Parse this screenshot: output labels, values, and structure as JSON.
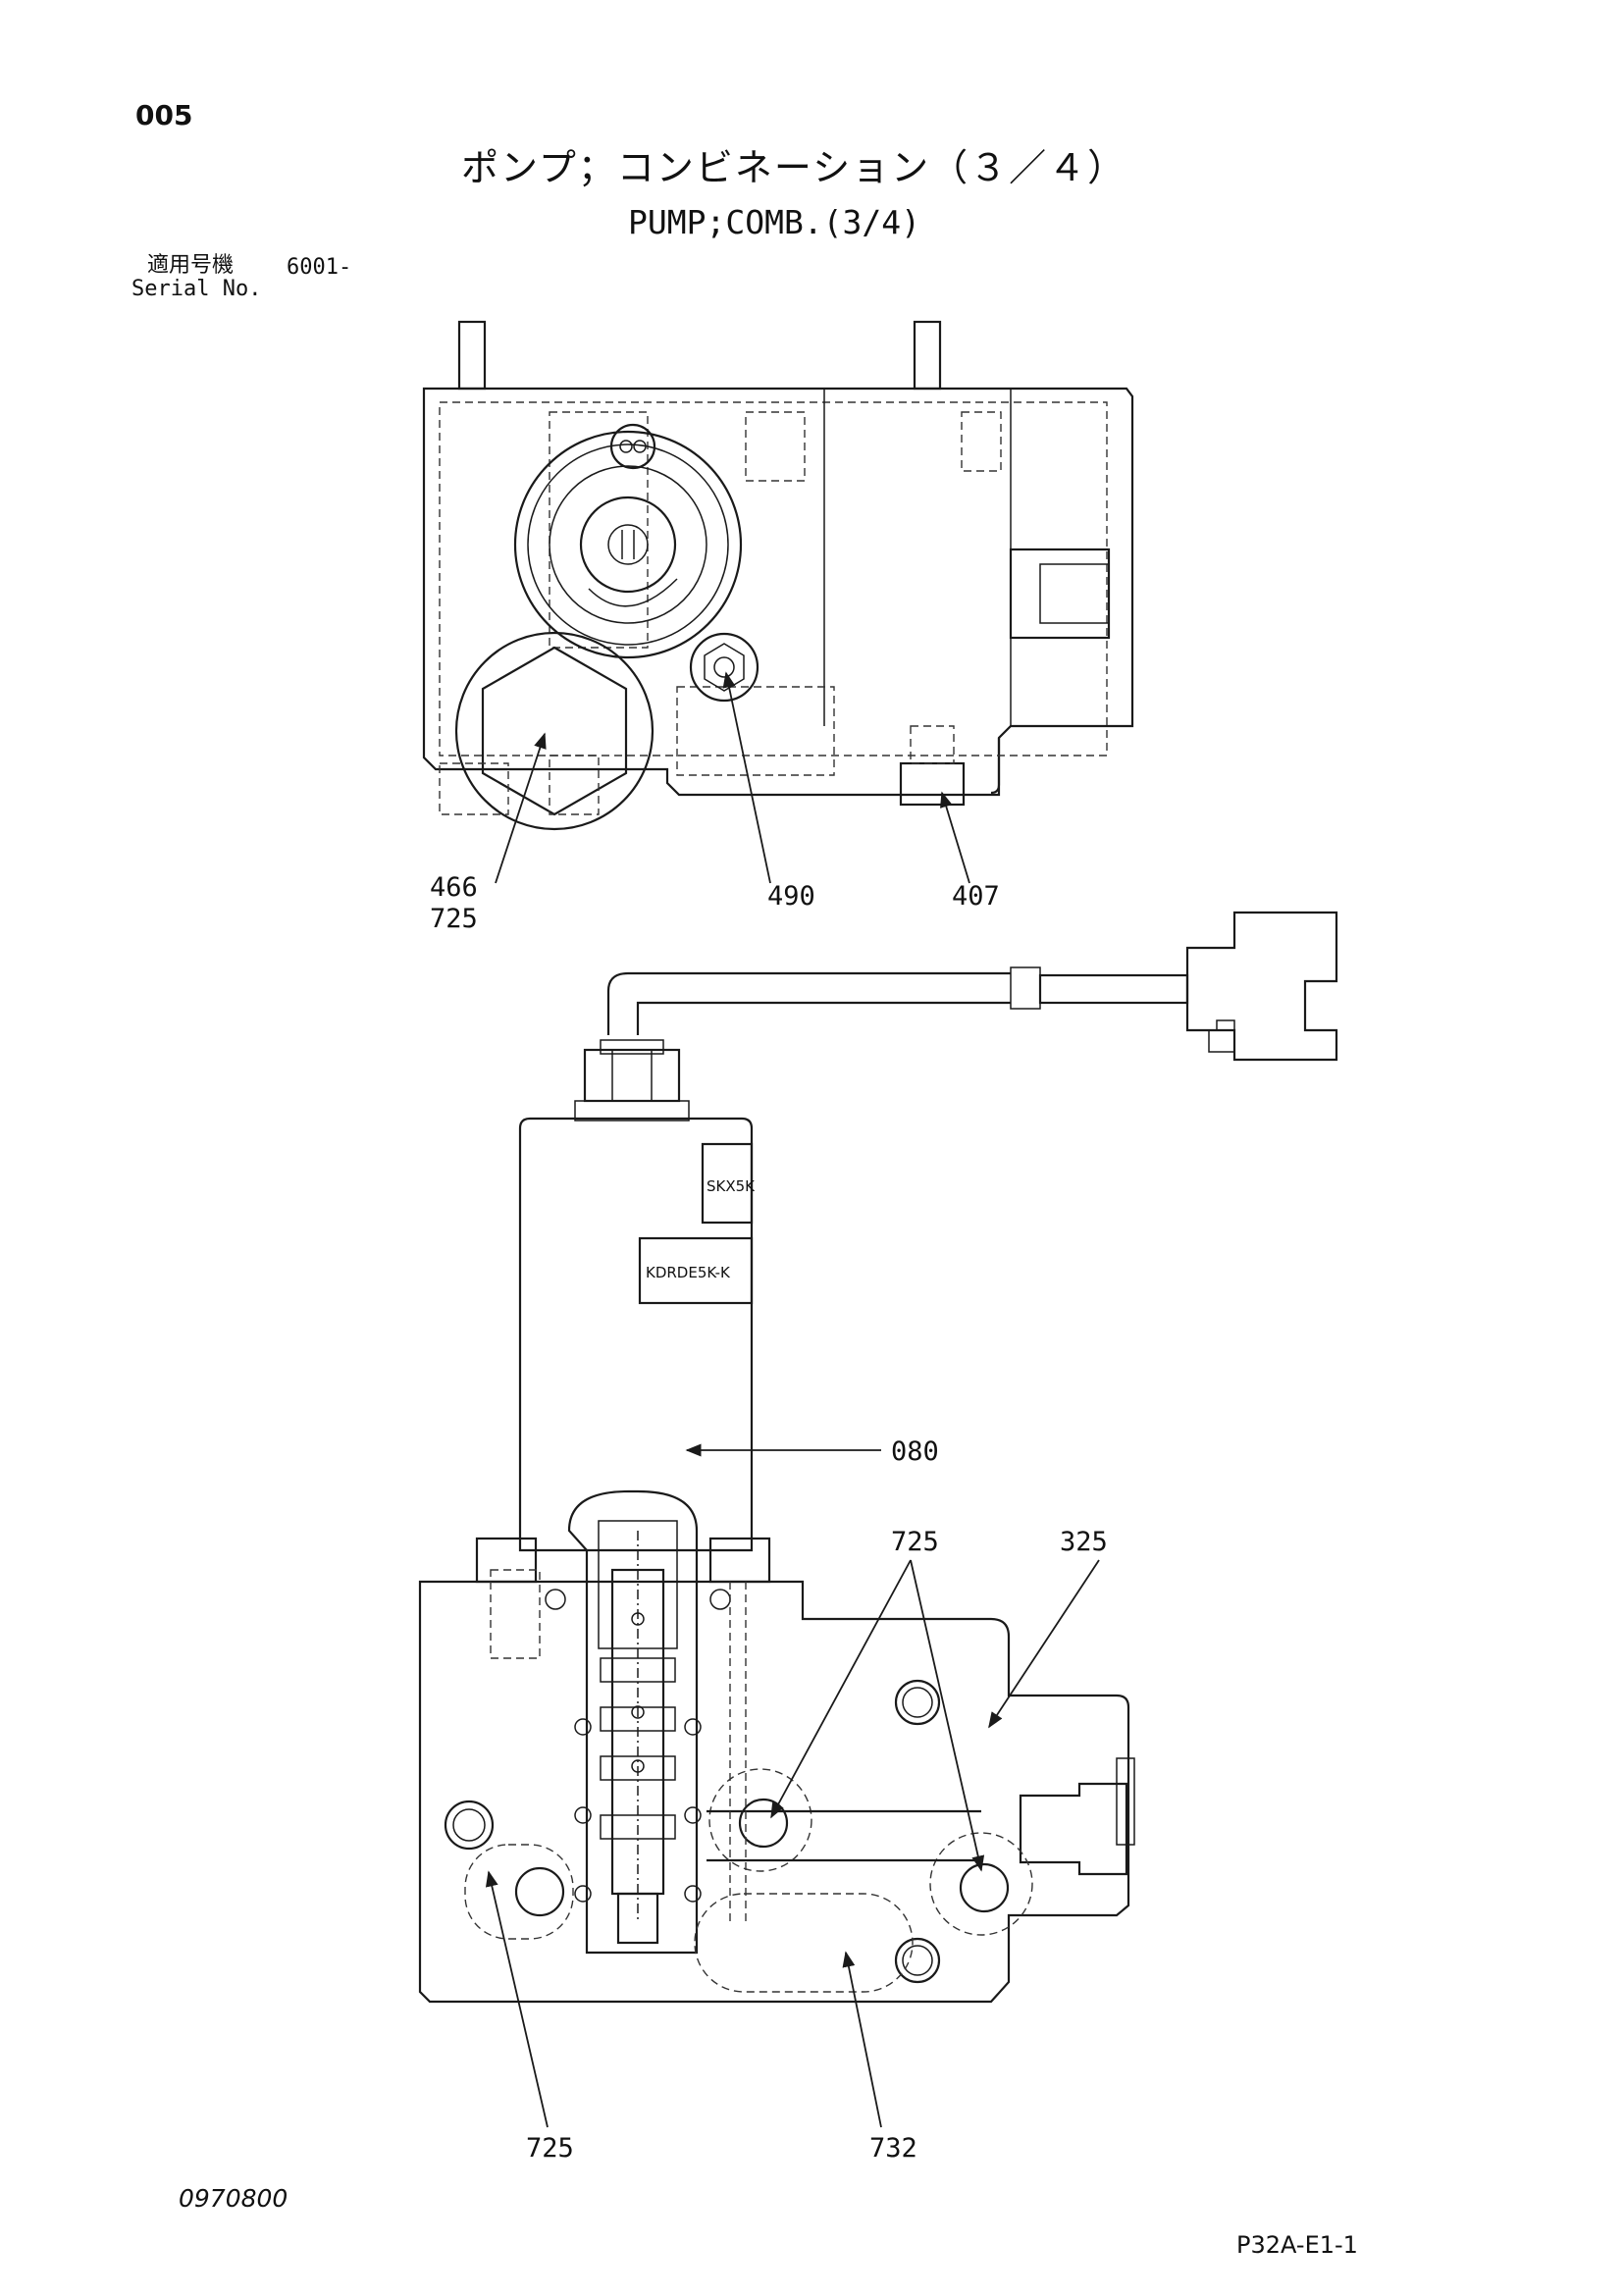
{
  "header": {
    "page_number": "005",
    "title_jp": "ポンプ；コンビネーション（３／４）",
    "title_en": "PUMP;COMB.(3/4)",
    "serial_label_jp": "適用号機",
    "serial_value": "6001-",
    "serial_label_en": "Serial No."
  },
  "drawing": {
    "nameplate_1": "SKX5K",
    "nameplate_2": "KDRDE5K-K",
    "callouts": {
      "c466": "466",
      "c725a": "725",
      "c490": "490",
      "c407": "407",
      "c080": "080",
      "c725b": "725",
      "c325": "325",
      "c725c": "725",
      "c732": "732"
    }
  },
  "footer": {
    "doc_code": "0970800",
    "page_code": "P32A-E1-1"
  }
}
